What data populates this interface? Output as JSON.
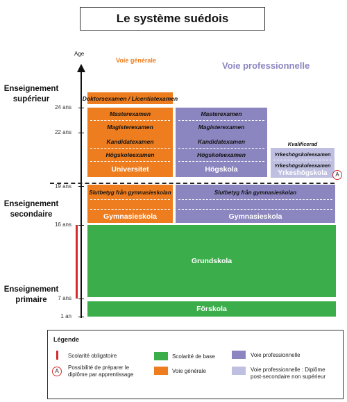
{
  "title": "Le système suédois",
  "axis": {
    "label": "Age",
    "ages": [
      "24 ans",
      "22 ans",
      "19 ans",
      "16 ans",
      "7 ans",
      "1 an"
    ]
  },
  "headers": {
    "general": "Voie générale",
    "professional": "Voie professionnelle"
  },
  "sections": {
    "superieur": "Enseignement supérieur",
    "secondaire": "Enseignement secondaire",
    "primaire": "Enseignement primaire"
  },
  "general_higher": {
    "top": "Doktorsexamen / Licentiatexamen",
    "rows": [
      "Masterexamen",
      "Magisterexamen",
      "Kandidatexamen",
      "Högskoleexamen"
    ],
    "name": "Universitet"
  },
  "prof_higher": {
    "rows": [
      "Masterexamen",
      "Magisterexamen",
      "Kandidatexamen",
      "Högskoleexamen"
    ],
    "name": "Högskola"
  },
  "prof_postsec": {
    "top": "Kvalificerad",
    "rows": [
      "Yrkeshögskoleexamen",
      "Yrkeshögskoleexamen"
    ],
    "name": "Yrkeshögskola",
    "marker": "A"
  },
  "general_secondary": {
    "row": "Slutbetyg från gymnasieskolan",
    "name": "Gymnasieskola"
  },
  "prof_secondary": {
    "row": "Slutbetyg från gymnasieskolan",
    "name": "Gymnasieskola"
  },
  "basic": {
    "primary": "Grundskola",
    "preschool": "Förskola"
  },
  "legend": {
    "title": "Légende",
    "items": [
      "Scolarité obligatoire",
      "Possibilité de préparer le diplôme par apprentissage",
      "Scolarité de base",
      "Voie générale",
      "Voie professionnelle",
      "Voie professionnelle : Diplôme post-secondaire non supérieur"
    ],
    "marker": "A"
  },
  "colors": {
    "general": "#ee7d1f",
    "professional": "#8c86c0",
    "postsecondary": "#bfbfe1",
    "basic": "#3bad4a",
    "compulsory": "#d42a2a"
  }
}
